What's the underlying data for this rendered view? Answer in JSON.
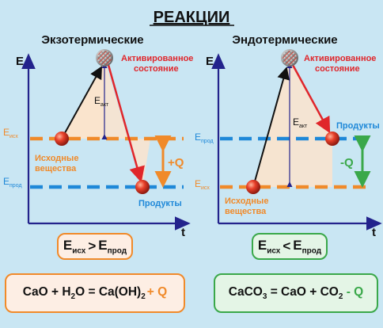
{
  "title": "РЕАКЦИИ",
  "left": {
    "heading": "Экзотермические",
    "axis_y": "E",
    "axis_x": "t",
    "activated": [
      "Активированное",
      "состояние"
    ],
    "reactants": [
      "Исходные",
      "вещества"
    ],
    "products": "Продукты",
    "e_act": "E",
    "e_act_sub": "акт",
    "q_label": "+Q",
    "level_top": "E",
    "level_top_sub": "исх",
    "level_bottom": "E",
    "level_bottom_sub": "прод",
    "compare_left": "E",
    "compare_left_sub": "исх",
    "compare_op": ">",
    "compare_right": "E",
    "compare_right_sub": "прод",
    "equation_main": "CaO + H",
    "equation_sub1": "2",
    "equation_mid": "O = Ca(OH)",
    "equation_sub2": "2",
    "equation_q": "+ Q"
  },
  "right": {
    "heading": "Эндотермические",
    "axis_y": "E",
    "axis_x": "t",
    "activated": [
      "Активированное",
      "состояние"
    ],
    "reactants": [
      "Исходные",
      "вещества"
    ],
    "products": "Продукты",
    "e_act": "E",
    "e_act_sub": "акт",
    "q_label": "-Q",
    "level_top": "E",
    "level_top_sub": "прод",
    "level_bottom": "E",
    "level_bottom_sub": "исх",
    "compare_left": "E",
    "compare_left_sub": "исх",
    "compare_op": "<",
    "compare_right": "E",
    "compare_right_sub": "прод",
    "equation_main": "CaCO",
    "equation_sub1": "3",
    "equation_mid": " = CaO + CO",
    "equation_sub2": "2",
    "equation_q": " - Q"
  },
  "colors": {
    "background": "#c9e6f3",
    "axis": "#23238c",
    "exo_accent": "#f08a2a",
    "endo_accent": "#3aa84a",
    "activation_arrow": "#e0262b",
    "level_blue": "#1e88d8"
  }
}
